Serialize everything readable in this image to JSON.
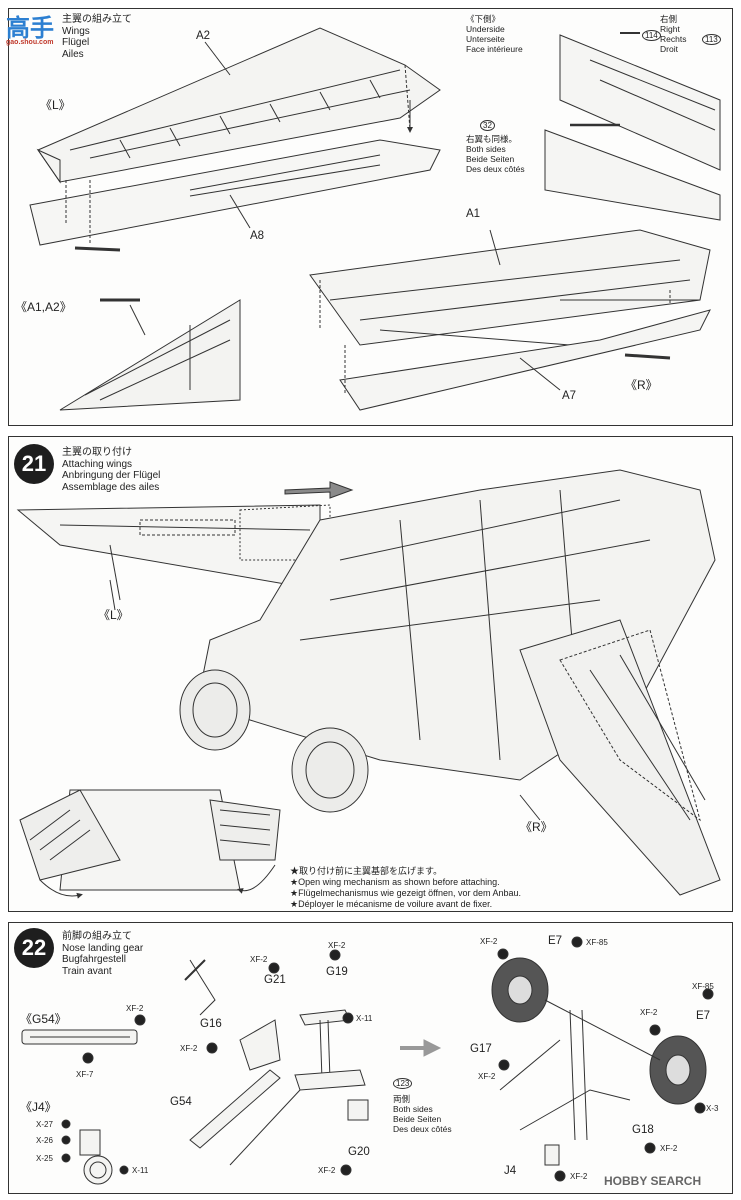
{
  "watermark_top_left": {
    "text": "高手",
    "sub": "gao.shou.com"
  },
  "step20": {
    "jp": "主翼の組み立て",
    "en": "Wings",
    "de": "Flügel",
    "fr": "Ailes",
    "label_left": "《L》",
    "label_a1a2": "《A1,A2》",
    "label_right": "《R》",
    "underside": {
      "jp": "《下側》",
      "en": "Underside",
      "de": "Unterseite",
      "fr": "Face intérieure"
    },
    "side_note": {
      "jp": "右側",
      "en": "Right",
      "de": "Rechts",
      "fr": "Droit",
      "num1": "114",
      "num2": "113"
    },
    "both_sides": {
      "num": "32",
      "jp": "右翼も同様。",
      "en": "Both sides",
      "de": "Beide Seiten",
      "fr": "Des deux côtés"
    },
    "parts": {
      "a2": "A2",
      "a8": "A8",
      "a1": "A1",
      "a7": "A7"
    }
  },
  "step21": {
    "num": "21",
    "jp": "主翼の取り付け",
    "en": "Attaching wings",
    "de": "Anbringung der Flügel",
    "fr": "Assemblage des ailes",
    "label_left": "《L》",
    "label_right": "《R》",
    "notes": [
      "★取り付け前に主翼基部を広げます。",
      "★Open wing mechanism as shown before attaching.",
      "★Flügelmechanismus wie gezeigt öffnen, vor dem Anbau.",
      "★Déployer le mécanisme de voilure avant de fixer."
    ]
  },
  "step22": {
    "num": "22",
    "jp": "前脚の組み立て",
    "en": "Nose landing gear",
    "de": "Bugfahrgestell",
    "fr": "Train avant",
    "label_g54": "《G54》",
    "label_j4": "《J4》",
    "both_sides": {
      "num": "123",
      "jp": "両側",
      "en": "Both sides",
      "de": "Beide Seiten",
      "fr": "Des deux côtés"
    },
    "parts": {
      "g21": "G21",
      "g19": "G19",
      "g16": "G16",
      "g54": "G54",
      "g20": "G20",
      "e7a": "E7",
      "e7b": "E7",
      "g17": "G17",
      "g18": "G18",
      "j4": "J4"
    },
    "colors": {
      "xf2": "XF-2",
      "xf7": "XF-7",
      "x11": "X-11",
      "x27": "X-27",
      "x26": "X-26",
      "x25": "X-25",
      "xf85": "XF-85",
      "x3": "X-3"
    }
  },
  "watermark_bottom_right": "HOBBY SEARCH"
}
